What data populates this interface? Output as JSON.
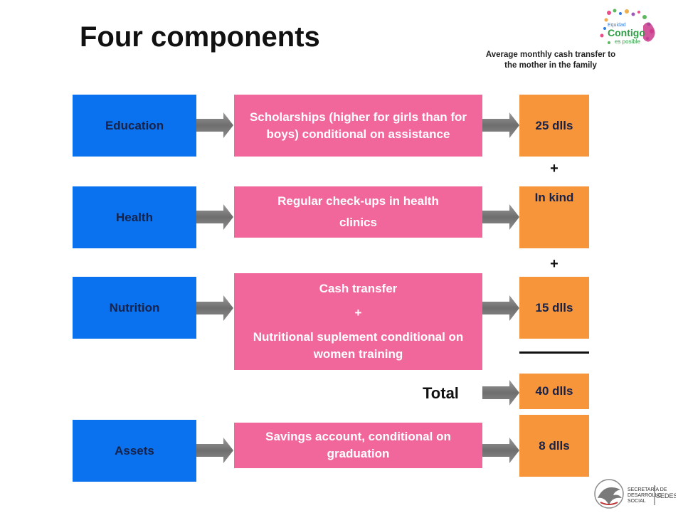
{
  "title": "Four components",
  "column_note": "Average monthly cash transfer to the mother in the family",
  "rows": [
    {
      "category": "Education",
      "description": [
        "Scholarships (higher for girls than for boys) conditional on assistance"
      ],
      "amount": "25 dlls"
    },
    {
      "category": "Health",
      "description": [
        "Regular check-ups in health",
        "clinics"
      ],
      "amount": "In kind"
    },
    {
      "category": "Nutrition",
      "description": [
        "Cash transfer",
        "+",
        "Nutritional suplement conditional on women training"
      ],
      "amount": "15 dlls"
    },
    {
      "category": "Assets",
      "description": [
        "Savings account, conditional on graduation"
      ],
      "amount": "8 dlls"
    }
  ],
  "plus_symbol": "+",
  "total": {
    "label": "Total",
    "amount": "40 dlls"
  },
  "logos": {
    "campaign": {
      "line1": "Equidad",
      "line2": "Contigo",
      "line3": "es posible"
    },
    "ministry": {
      "line1": "SECRETARÍA DE",
      "line2": "DESARROLLO",
      "line3": "SOCIAL",
      "brand": "SEDESOL"
    }
  },
  "colors": {
    "category_box": "#0a72ee",
    "description_box": "#f2679b",
    "amount_box": "#f7953a",
    "arrow": "#808080"
  }
}
